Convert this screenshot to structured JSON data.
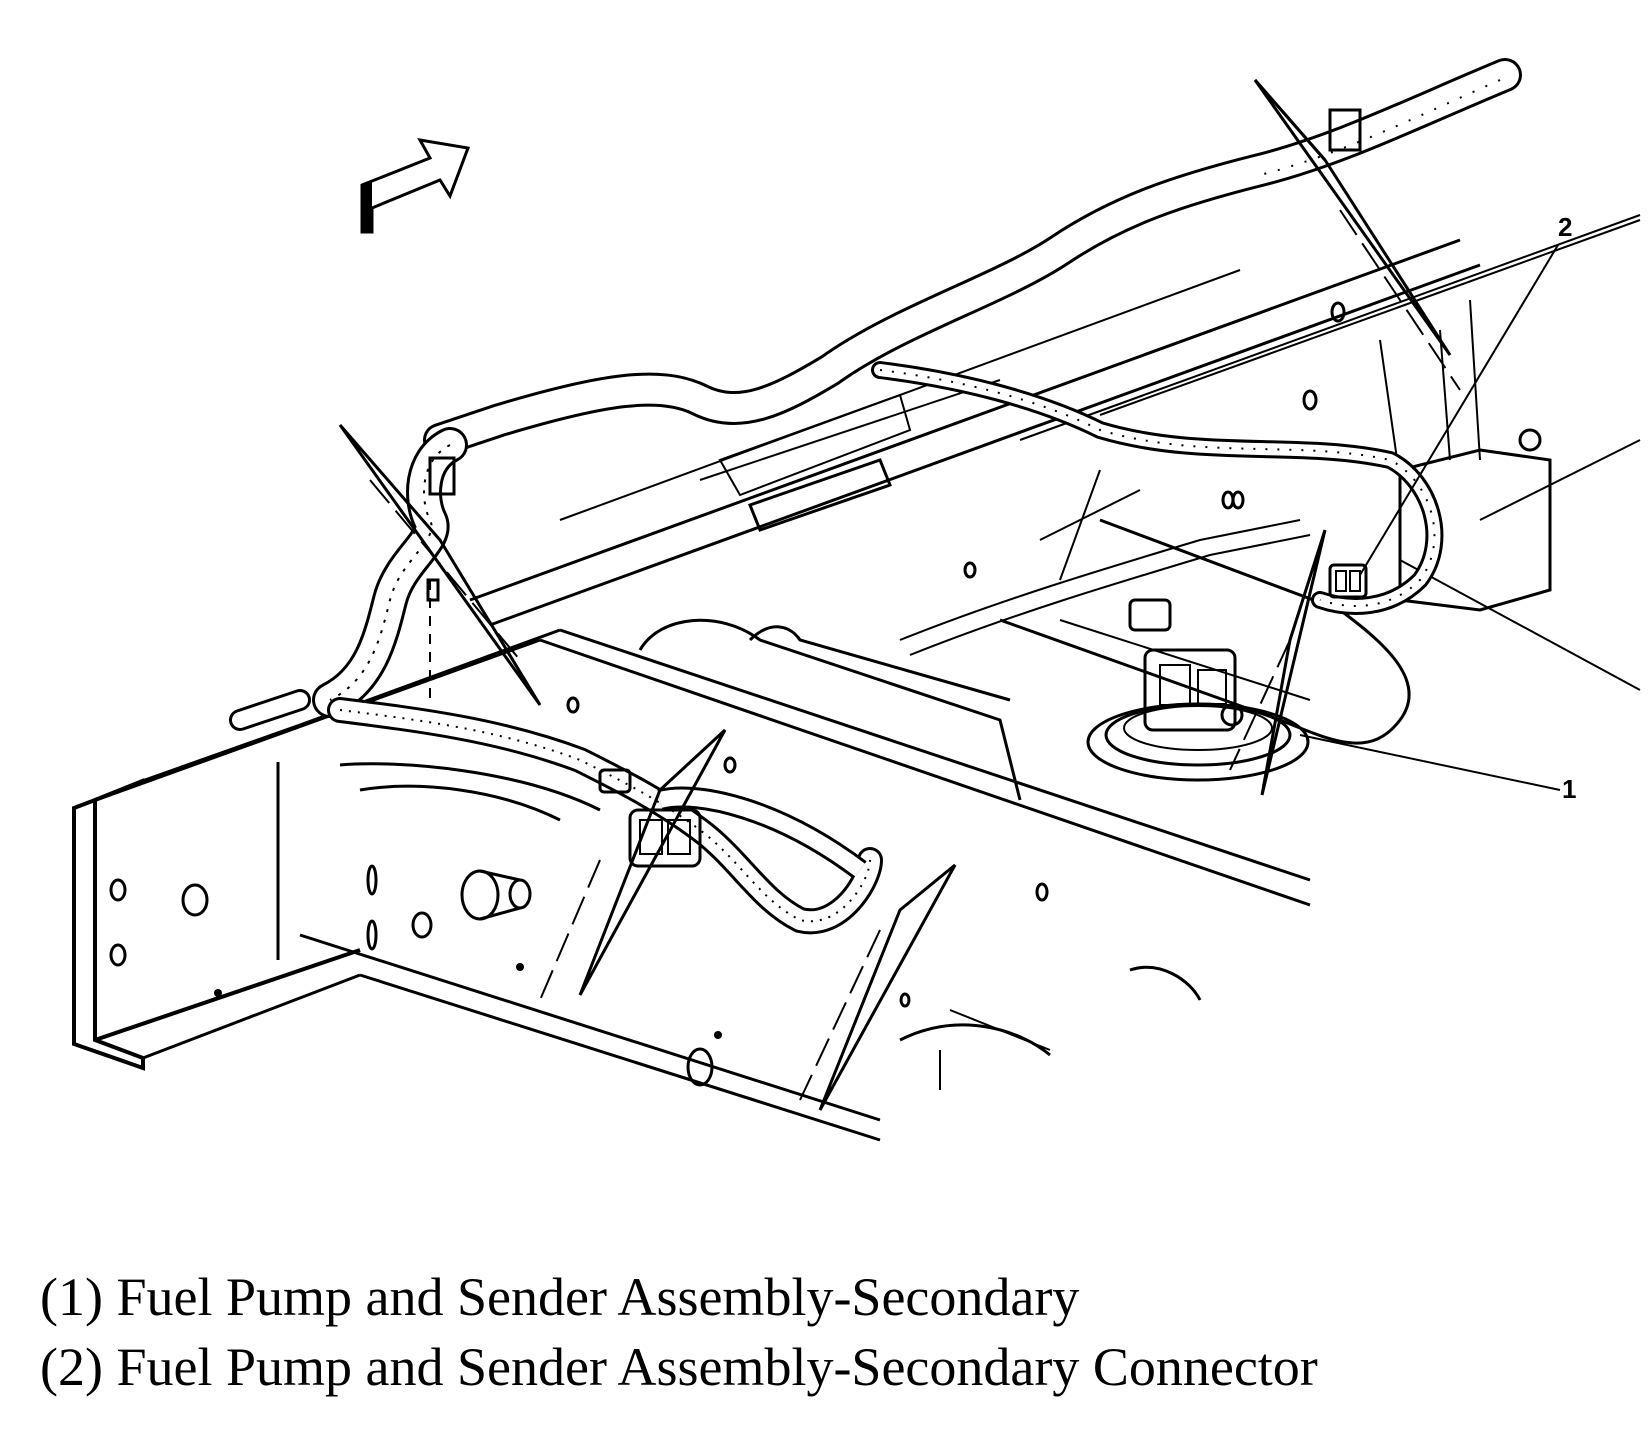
{
  "callouts": {
    "one": "1",
    "two": "2"
  },
  "legend": [
    {
      "text": "(1) Fuel Pump and Sender Assembly-Secondary"
    },
    {
      "text": "(2) Fuel Pump and Sender Assembly-Secondary Connector"
    }
  ],
  "icons": {
    "direction": "forward-arrow-icon"
  }
}
